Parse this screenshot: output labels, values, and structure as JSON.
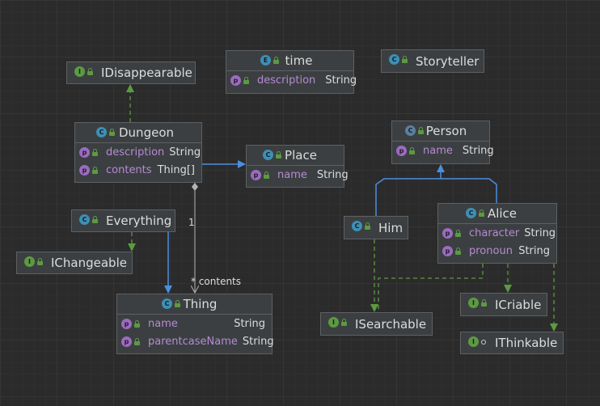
{
  "classes": {
    "idisappearable": {
      "name": "IDisappearable",
      "kind": "interface"
    },
    "time": {
      "name": "time",
      "kind": "enum",
      "fields": [
        {
          "name": "description",
          "type": "String"
        }
      ]
    },
    "storyteller": {
      "name": "Storyteller",
      "kind": "class"
    },
    "dungeon": {
      "name": "Dungeon",
      "kind": "class",
      "fields": [
        {
          "name": "description",
          "type": "String"
        },
        {
          "name": "contents",
          "type": "Thing[]"
        }
      ]
    },
    "place": {
      "name": "Place",
      "kind": "class",
      "fields": [
        {
          "name": "name",
          "type": "String"
        }
      ]
    },
    "person": {
      "name": "Person",
      "kind": "abstract class",
      "fields": [
        {
          "name": "name",
          "type": "String"
        }
      ]
    },
    "everything": {
      "name": "Everything",
      "kind": "class"
    },
    "ichangeable": {
      "name": "IChangeable",
      "kind": "interface"
    },
    "him": {
      "name": "Him",
      "kind": "class"
    },
    "alice": {
      "name": "Alice",
      "kind": "class",
      "fields": [
        {
          "name": "character",
          "type": "String"
        },
        {
          "name": "pronoun",
          "type": "String"
        }
      ]
    },
    "thing": {
      "name": "Thing",
      "kind": "class",
      "fields": [
        {
          "name": "name",
          "type": "String"
        },
        {
          "name": "parentcaseName",
          "type": "String"
        }
      ]
    },
    "isearchable": {
      "name": "ISearchable",
      "kind": "interface"
    },
    "icriable": {
      "name": "ICriable",
      "kind": "interface"
    },
    "ithinkable": {
      "name": "IThinkable",
      "kind": "interface"
    }
  },
  "edges": {
    "dungeon_thing_label_source": "1",
    "dungeon_thing_label_target": "* contents"
  },
  "colors": {
    "background": "#2b2b2b",
    "node_fill": "#3c3f41",
    "extends_arrow": "#4a8fe0",
    "implements_arrow": "#5c9a42",
    "association": "#b4b4b4",
    "field_name": "#b58bd4"
  }
}
